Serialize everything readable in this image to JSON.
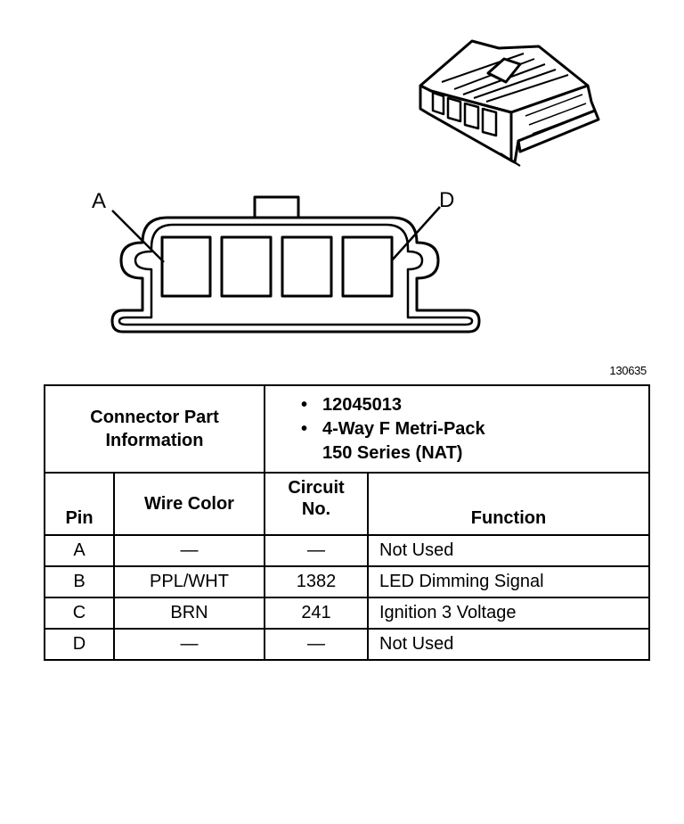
{
  "diagram": {
    "pin_labels": [
      "A",
      "D"
    ],
    "figure_id": "130635"
  },
  "connector_info": {
    "label_line1": "Connector Part",
    "label_line2": "Information",
    "bullet": "•",
    "part_number": "12045013",
    "description_line1": "4-Way F Metri-Pack",
    "description_line2": "150 Series (NAT)"
  },
  "columns": {
    "pin": "Pin",
    "wire_color": "Wire Color",
    "circuit_line1": "Circuit",
    "circuit_line2": "No.",
    "function": "Function"
  },
  "rows": [
    {
      "pin": "A",
      "wire_color": "—",
      "circuit": "—",
      "function": "Not Used"
    },
    {
      "pin": "B",
      "wire_color": "PPL/WHT",
      "circuit": "1382",
      "function": "LED Dimming Signal"
    },
    {
      "pin": "C",
      "wire_color": "BRN",
      "circuit": "241",
      "function": "Ignition 3 Voltage"
    },
    {
      "pin": "D",
      "wire_color": "—",
      "circuit": "—",
      "function": "Not Used"
    }
  ]
}
